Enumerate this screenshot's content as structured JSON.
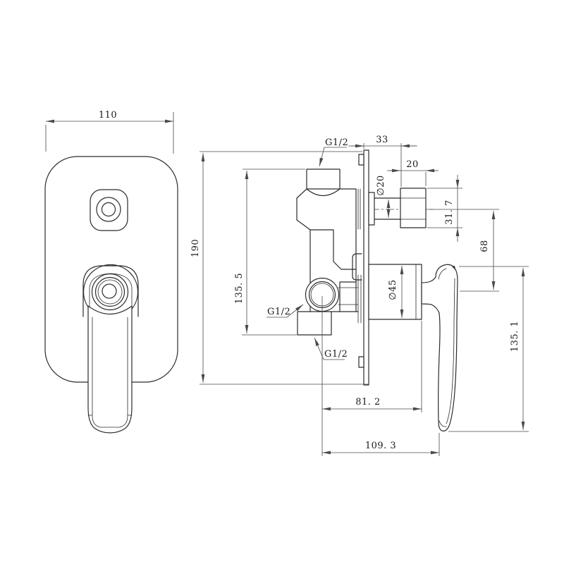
{
  "drawing_type": "technical-dimension-drawing",
  "subject": "concealed-shower-mixer-valve",
  "dims": {
    "d110": "110",
    "d190": "190",
    "d135_5": "135. 5",
    "d33": "33",
    "d20": "20",
    "phi20": "∅20",
    "d31_7": "31. 7",
    "d68": "68",
    "phi45": "∅45",
    "d135_1": "135. 1",
    "d81_2": "81. 2",
    "d109_3": "109. 3"
  },
  "labels": {
    "g12_top": "G1/2",
    "g12_side": "G1/2",
    "g12_bottom": "G1/2"
  },
  "colors": {
    "background": "#ffffff",
    "object_line": "#2b2b2b",
    "dimension_line": "#4a4a4a",
    "text": "#1a1a1a"
  }
}
